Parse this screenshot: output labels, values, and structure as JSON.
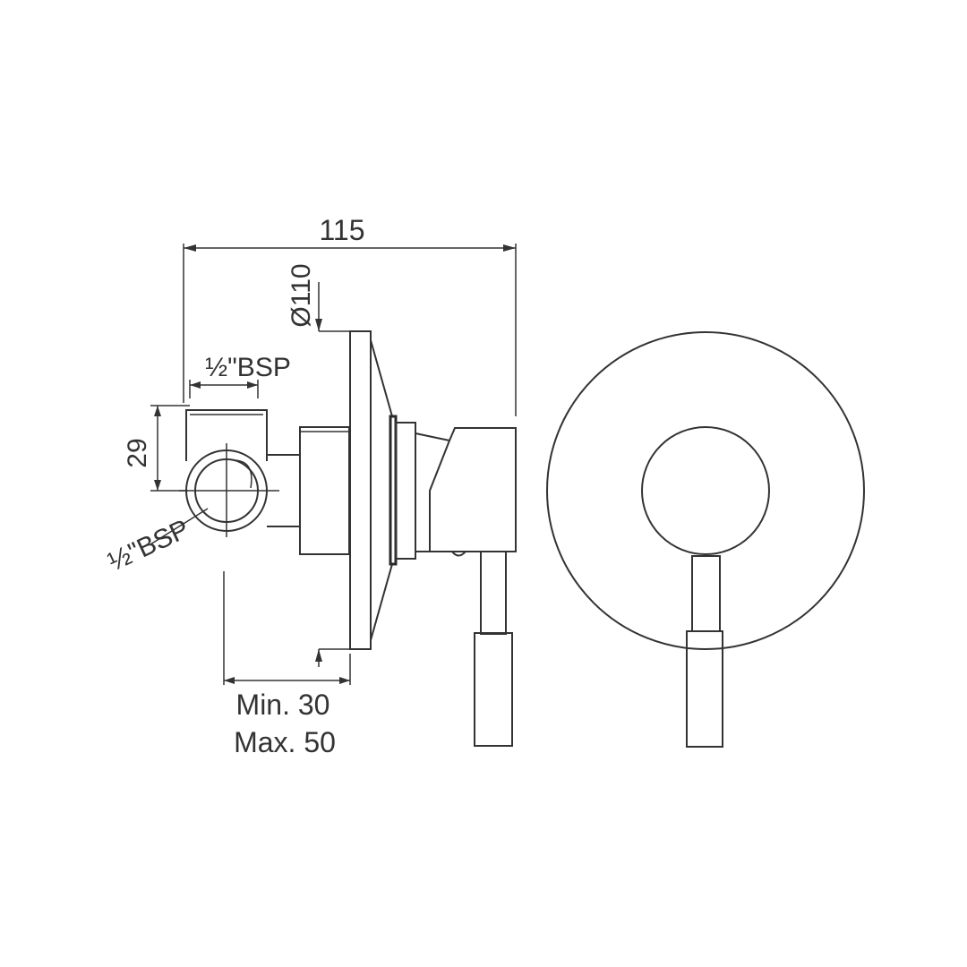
{
  "dimensions": {
    "overall_width": "115",
    "plate_diameter": "Ø110",
    "inlet_top": "½\"BSP",
    "inlet_height": "29",
    "inlet_side": "½\"BSP",
    "depth_min": "Min. 30",
    "depth_max": "Max. 50"
  },
  "colors": {
    "line": "#333333",
    "background": "#ffffff"
  }
}
